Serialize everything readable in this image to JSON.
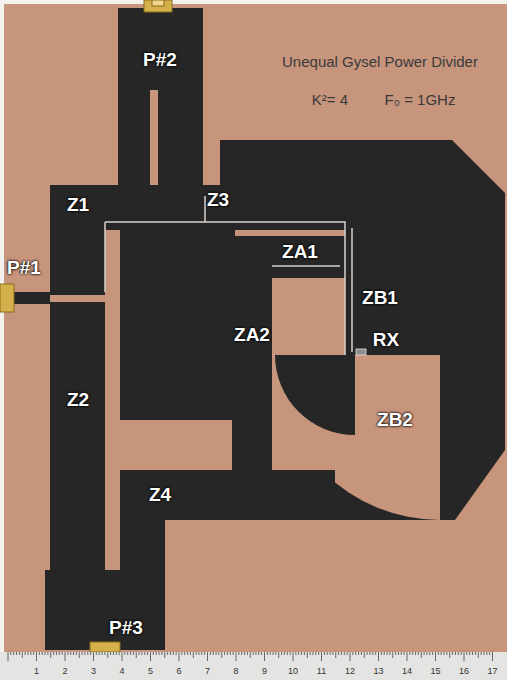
{
  "diagram": {
    "title": "Unequal Gysel Power Divider",
    "labels": [
      "P#2",
      "P#1",
      "P#3",
      "Z1",
      "Z2",
      "Z3",
      "Z4",
      "ZA1",
      "ZB1",
      "ZA2",
      "ZB2",
      "RX",
      "K²= 4",
      "F₀ = 1GHz",
      "1",
      "2",
      "3",
      "4",
      "5",
      "6",
      "7",
      "8",
      "9",
      "10",
      "11",
      "12",
      "13",
      "14",
      "15",
      "16",
      "17"
    ]
  }
}
